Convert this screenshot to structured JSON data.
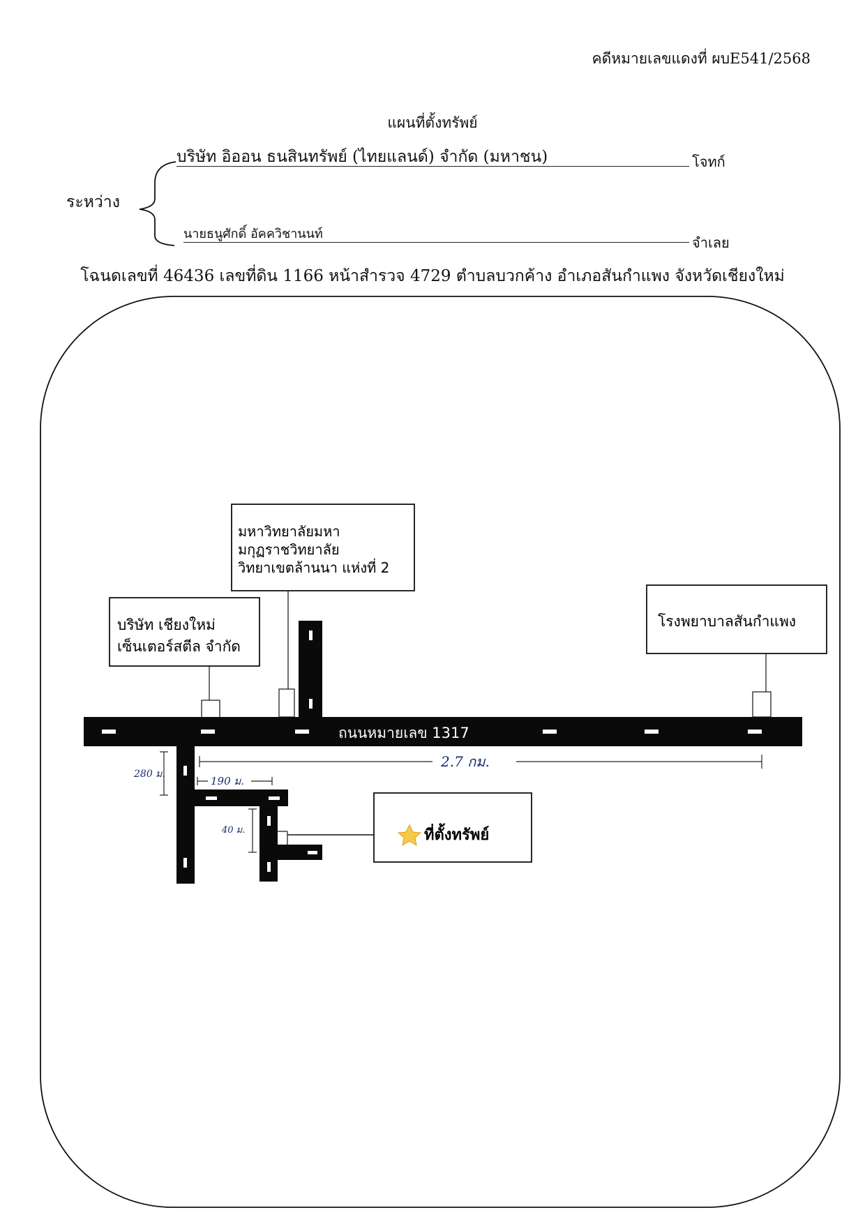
{
  "header": {
    "case_number": "คดีหมายเลขแดงที่ ผบE541/2568",
    "title": "แผนที่ตั้งทรัพย์"
  },
  "parties": {
    "plaintiff": "บริษัท อิออน ธนสินทรัพย์ (ไทยแลนด์) จำกัด (มหาชน)",
    "plaintiff_role": "โจทก์",
    "between": "ระหว่าง",
    "defendant": "นายธนูศักดิ์ อัคควิชานนท์",
    "defendant_role": "จำเลย"
  },
  "deed_line": "โฉนดเลขที่ 46436  เลขที่ดิน  1166 หน้าสำรวจ 4729  ตำบลบวกค้าง  อำเภอสันกำแพง  จังหวัดเชียงใหม่",
  "map": {
    "road_label": "ถนนหมายเลข 1317",
    "landmarks": {
      "company": [
        "บริษัท เชียงใหม่",
        "เซ็นเตอร์สตีล จำกัด"
      ],
      "university": [
        "มหาวิทยาลัยมหา",
        "มกุฏราชวิทยาลัย",
        "วิทยาเขตล้านนา แห่งที่ 2"
      ],
      "hospital": "โรงพยาบาลสันกำแพง"
    },
    "property_label": "ที่ตั้งทรัพย์",
    "property_icon": "star-icon",
    "distances": {
      "main": "2.7  กม.",
      "branch_down": "280 ม.",
      "branch_right": "190 ม.",
      "lane": "40 ม."
    }
  }
}
